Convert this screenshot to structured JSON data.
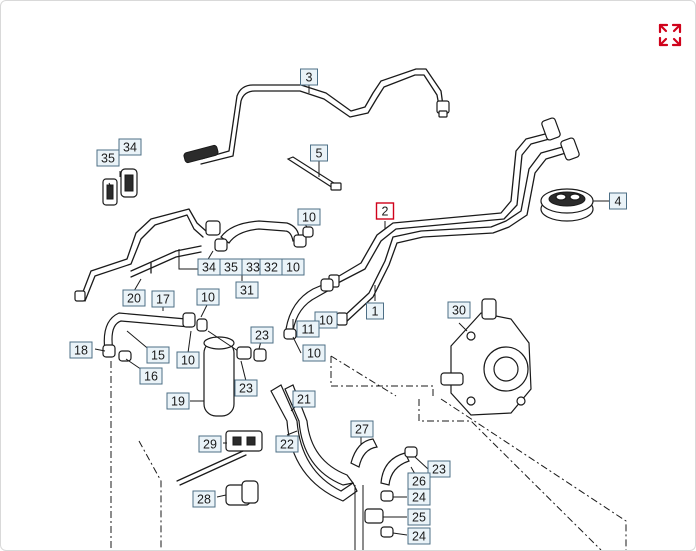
{
  "toolbar": {
    "expand_icon": "expand-arrows-icon",
    "accent_color": "#d0021b"
  },
  "diagram": {
    "highlight_color": "#d0021b",
    "callout_fill": "#eaf3f8",
    "callouts": [
      {
        "id": "c3",
        "label": "3",
        "highlighted": false
      },
      {
        "id": "c5",
        "label": "5",
        "highlighted": false
      },
      {
        "id": "c4",
        "label": "4",
        "highlighted": false
      },
      {
        "id": "c2",
        "label": "2",
        "highlighted": true
      },
      {
        "id": "c1",
        "label": "1",
        "highlighted": false
      },
      {
        "id": "c35",
        "label": "35",
        "highlighted": false
      },
      {
        "id": "c34a",
        "label": "34",
        "highlighted": false
      },
      {
        "id": "c10a",
        "label": "10",
        "highlighted": false
      },
      {
        "id": "c34b",
        "label": "34",
        "highlighted": false
      },
      {
        "id": "c35b",
        "label": "35",
        "highlighted": false
      },
      {
        "id": "c33",
        "label": "33",
        "highlighted": false
      },
      {
        "id": "c32",
        "label": "32",
        "highlighted": false
      },
      {
        "id": "c10b",
        "label": "10",
        "highlighted": false
      },
      {
        "id": "c31",
        "label": "31",
        "highlighted": false
      },
      {
        "id": "c20",
        "label": "20",
        "highlighted": false
      },
      {
        "id": "c17",
        "label": "17",
        "highlighted": false
      },
      {
        "id": "c10c",
        "label": "10",
        "highlighted": false
      },
      {
        "id": "c10d",
        "label": "10",
        "highlighted": false
      },
      {
        "id": "c11",
        "label": "11",
        "highlighted": false
      },
      {
        "id": "c10e",
        "label": "10",
        "highlighted": false
      },
      {
        "id": "c30",
        "label": "30",
        "highlighted": false
      },
      {
        "id": "c18",
        "label": "18",
        "highlighted": false
      },
      {
        "id": "c15",
        "label": "15",
        "highlighted": false
      },
      {
        "id": "c10f",
        "label": "10",
        "highlighted": false
      },
      {
        "id": "c16",
        "label": "16",
        "highlighted": false
      },
      {
        "id": "c23a",
        "label": "23",
        "highlighted": false
      },
      {
        "id": "c23b",
        "label": "23",
        "highlighted": false
      },
      {
        "id": "c19",
        "label": "19",
        "highlighted": false
      },
      {
        "id": "c21",
        "label": "21",
        "highlighted": false
      },
      {
        "id": "c22",
        "label": "22",
        "highlighted": false
      },
      {
        "id": "c27",
        "label": "27",
        "highlighted": false
      },
      {
        "id": "c29",
        "label": "29",
        "highlighted": false
      },
      {
        "id": "c23c",
        "label": "23",
        "highlighted": false
      },
      {
        "id": "c26",
        "label": "26",
        "highlighted": false
      },
      {
        "id": "c24a",
        "label": "24",
        "highlighted": false
      },
      {
        "id": "c28",
        "label": "28",
        "highlighted": false
      },
      {
        "id": "c25",
        "label": "25",
        "highlighted": false
      },
      {
        "id": "c24b",
        "label": "24",
        "highlighted": false
      }
    ]
  }
}
